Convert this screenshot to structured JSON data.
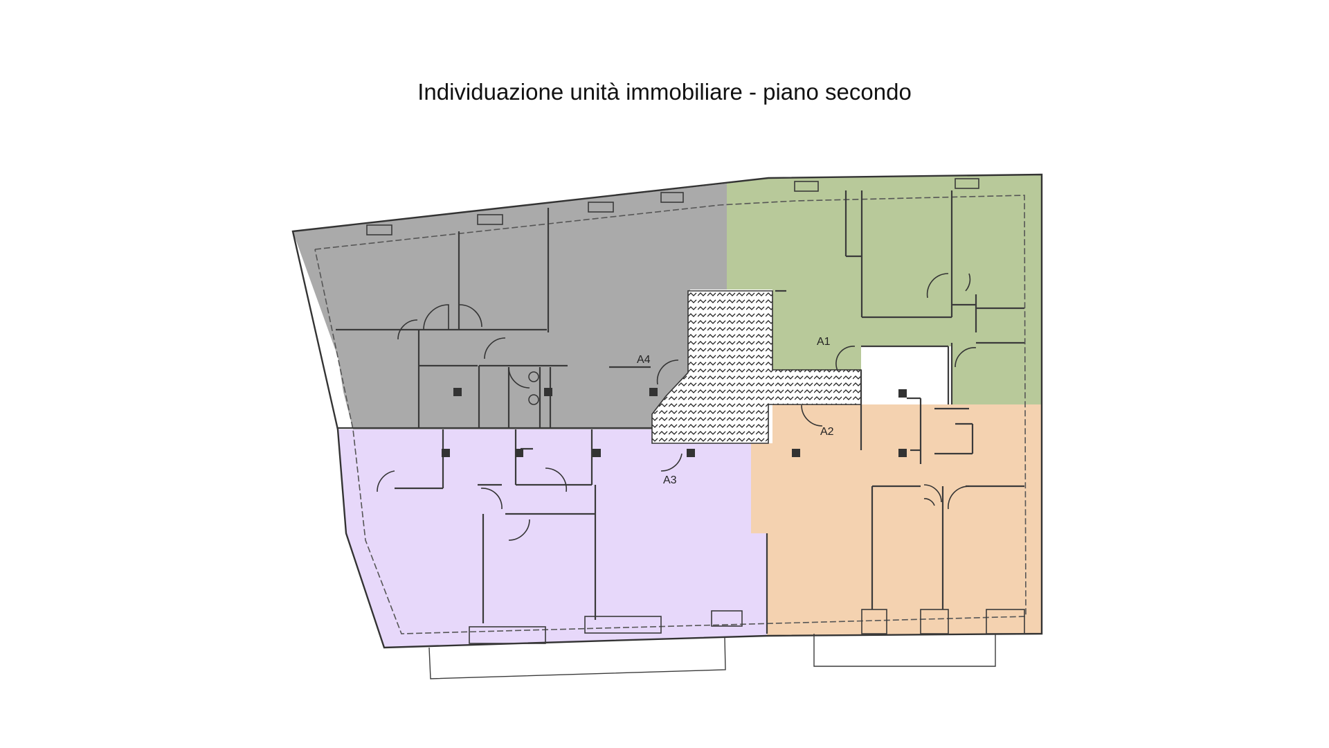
{
  "title": "Individuazione unità immobiliare - piano secondo",
  "units": [
    {
      "label": "A1",
      "color": "#b8c99a"
    },
    {
      "label": "A2",
      "color": "#f4d2b0"
    },
    {
      "label": "A3",
      "color": "#e7d8fa"
    },
    {
      "label": "A4",
      "color": "#aaaaaa"
    }
  ],
  "common_area_fill": "hatched"
}
